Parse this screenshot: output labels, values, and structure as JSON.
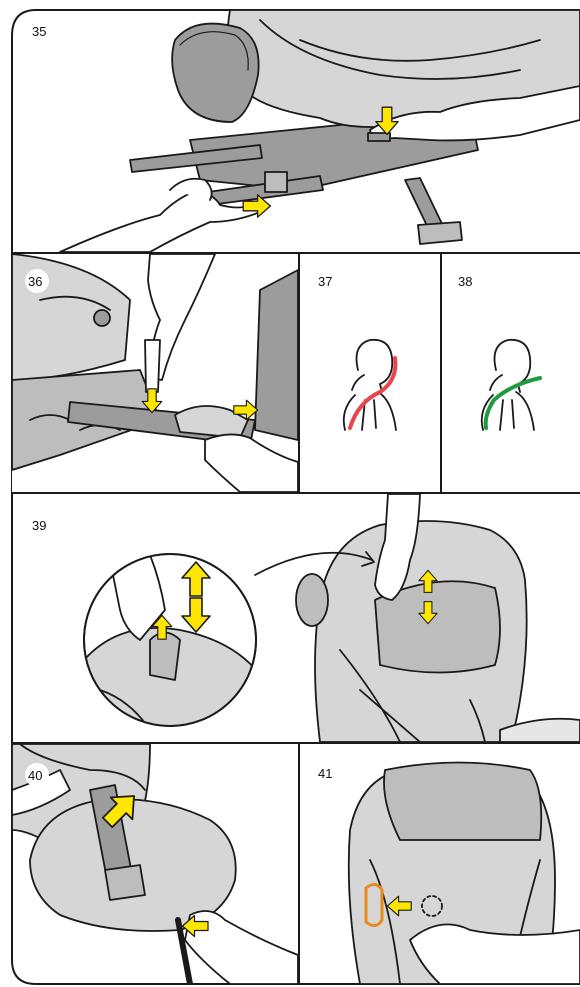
{
  "steps": [
    {
      "number": "35",
      "content": "Rear-facing seat on ISOFIX base; hand presses release button, hand slides ISOFIX arm"
    },
    {
      "number": "36",
      "content": "Hand pulls release lever on base arm"
    },
    {
      "number": "37",
      "content": "Shoulder belt routed incorrectly"
    },
    {
      "number": "38",
      "content": "Shoulder belt routed correctly"
    },
    {
      "number": "39",
      "content": "Headrest height adjustment with detail inset"
    },
    {
      "number": "40",
      "content": "Hand pulls strap adjuster"
    },
    {
      "number": "41",
      "content": "Hand presses button on side of headrest"
    }
  ],
  "colors": {
    "arrow": "#ffe600",
    "arrow_stroke": "#1a1a1a",
    "seat_fill": "#d6d6d6",
    "seat_dark": "#9c9c9c",
    "line": "#1a1a1a",
    "wrong": "#e8454f",
    "correct": "#1f9a3c",
    "highlight": "#e58a1e"
  },
  "icons": [
    "arrow-up-icon",
    "arrow-down-icon",
    "arrow-right-icon",
    "arrow-left-icon",
    "arrow-updown-icon"
  ]
}
